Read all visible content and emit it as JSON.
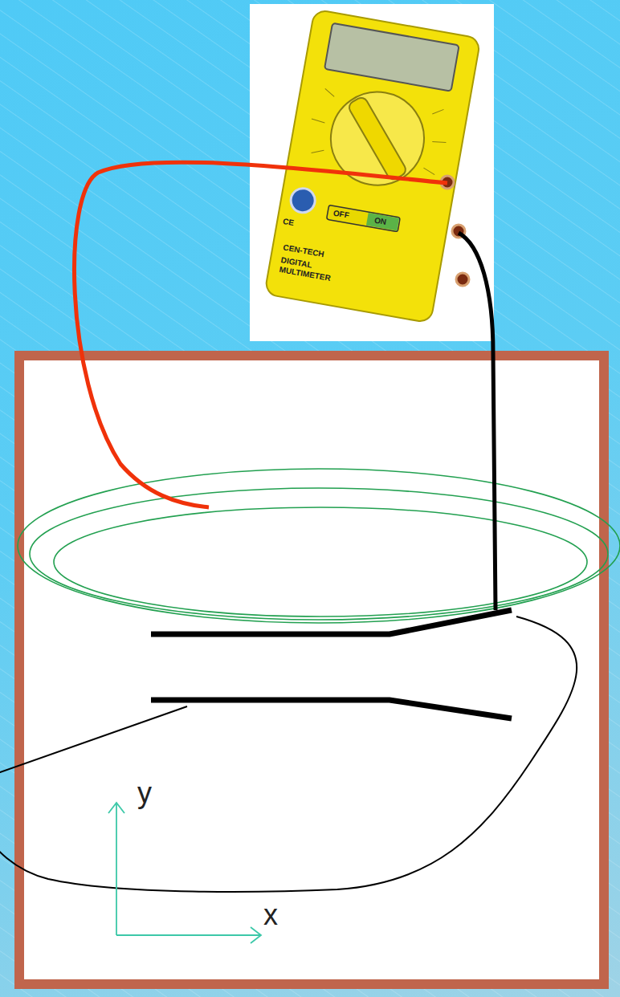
{
  "diagram": {
    "labels": [
      "CEN-TECH",
      "DIGITAL",
      "MULTIMETER",
      "OFF",
      "ON",
      "CE",
      "y",
      "x"
    ]
  }
}
